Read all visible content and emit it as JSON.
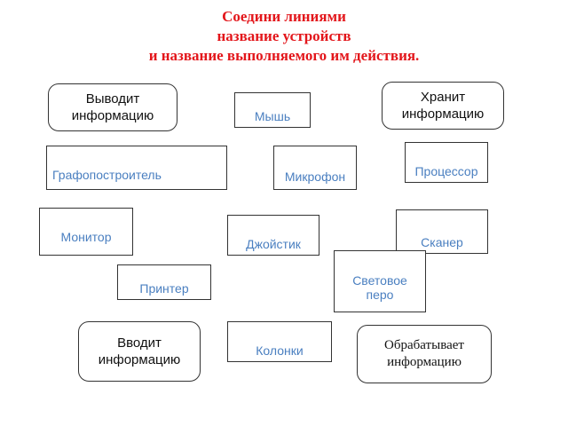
{
  "title": {
    "line1": "Соедини линиями",
    "line2": "название устройств",
    "line3": "и название выполняемого им действия."
  },
  "actions": {
    "output": "Выводит\nинформацию",
    "store": "Хранит\nинформацию",
    "input": "Вводит\nинформацию",
    "process": "Обрабатывает\nинформацию"
  },
  "devices": {
    "mouse": "Мышь",
    "plotter": "Графопостроитель",
    "microphone": "Микрофон",
    "processor": "Процессор",
    "monitor": "Монитор",
    "joystick": "Джойстик",
    "scanner": "Сканер",
    "light_pen": "Световое\nперо",
    "printer": "Принтер",
    "speakers": "Колонки"
  },
  "colors": {
    "title": "#e3161b",
    "device_text": "#4a7fc0",
    "action_text": "#111111"
  }
}
